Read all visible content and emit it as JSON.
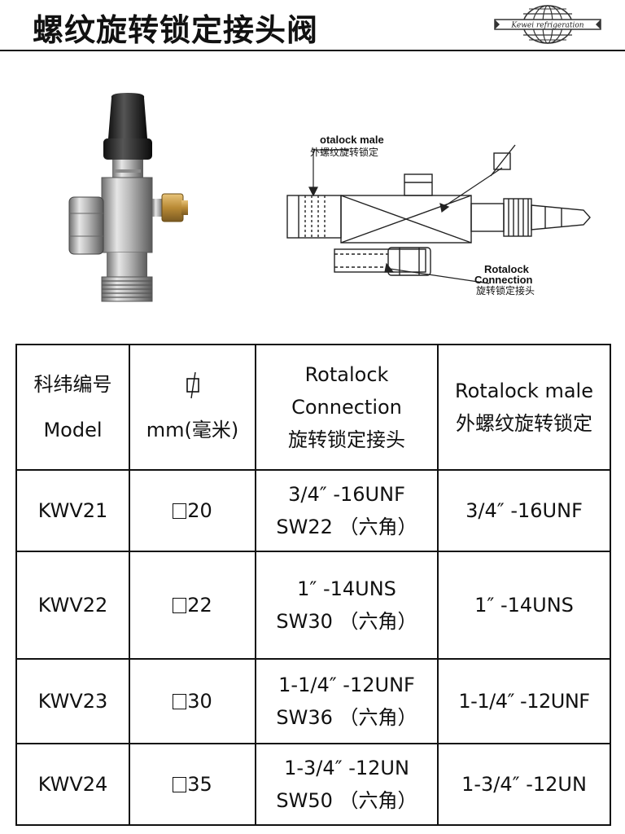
{
  "header": {
    "title": "螺纹旋转锁定接头阀",
    "logo_text": "Kewei refrigeration"
  },
  "diagram": {
    "label_male_en": "otalock male",
    "label_male_cn": "外螺纹旋转锁定",
    "label_conn_en1": "Rotalock",
    "label_conn_en2": "Connection",
    "label_conn_cn": "旋转锁定接头"
  },
  "table": {
    "headers": {
      "model_cn": "科纬编号",
      "model_en": "Model",
      "dim_unit": "mm(毫米)",
      "conn_line1": "Rotalock",
      "conn_line2": "Connection",
      "conn_line3": "旋转锁定接头",
      "male_line1": "Rotalock male",
      "male_line2": "外螺纹旋转锁定"
    },
    "rows": [
      {
        "model": "KWV21",
        "dim": "20",
        "conn1": "3/4″ -16UNF",
        "conn2": "SW22 （六角）",
        "male": "3/4″ -16UNF"
      },
      {
        "model": "KWV22",
        "dim": "22",
        "conn1": "1″ -14UNS",
        "conn2": "SW30 （六角）",
        "male": "1″ -14UNS"
      },
      {
        "model": "KWV23",
        "dim": "30",
        "conn1": "1-1/4″ -12UNF",
        "conn2": "SW36 （六角）",
        "male": "1-1/4″ -12UNF"
      },
      {
        "model": "KWV24",
        "dim": "35",
        "conn1": "1-3/4″ -12UN",
        "conn2": "SW50 （六角）",
        "male": "1-3/4″ -12UN"
      }
    ]
  }
}
